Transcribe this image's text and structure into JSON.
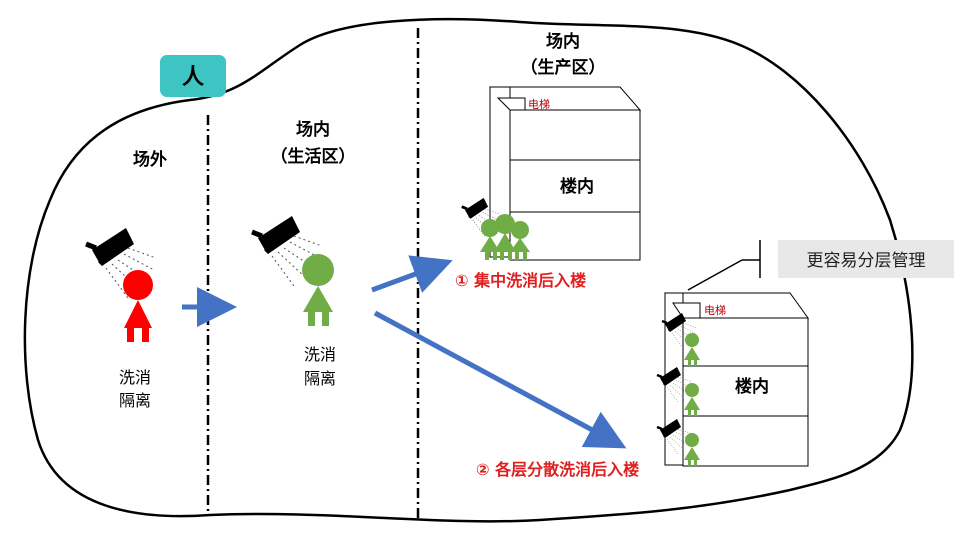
{
  "tag": {
    "label": "人",
    "color": "#3fc4c4"
  },
  "zones": {
    "outside": {
      "label": "场外"
    },
    "living": {
      "line1": "场内",
      "line2": "（生活区）"
    },
    "production": {
      "line1": "场内",
      "line2": "（生产区）"
    }
  },
  "captions": {
    "outside_action_line1": "洗消",
    "outside_action_line2": "隔离",
    "living_action_line1": "洗消",
    "living_action_line2": "隔离"
  },
  "buildings": {
    "top": {
      "elevator_label": "电梯",
      "floor_label": "楼内"
    },
    "bottom": {
      "elevator_label": "电梯",
      "floor_label": "楼内"
    }
  },
  "routes": {
    "route1": "① 集中洗消后入楼",
    "route2": "② 各层分散洗消后入楼"
  },
  "callout": {
    "text": "更容易分层管理"
  },
  "colors": {
    "person_outside": "#ff0000",
    "person_inside": "#70ad47",
    "arrow": "#4472c4",
    "route_text": "#e02020",
    "elevator_text": "#c00000",
    "callout_bg": "#e8e8e8"
  },
  "icons": [
    "shower-head-icon",
    "person-icon"
  ]
}
